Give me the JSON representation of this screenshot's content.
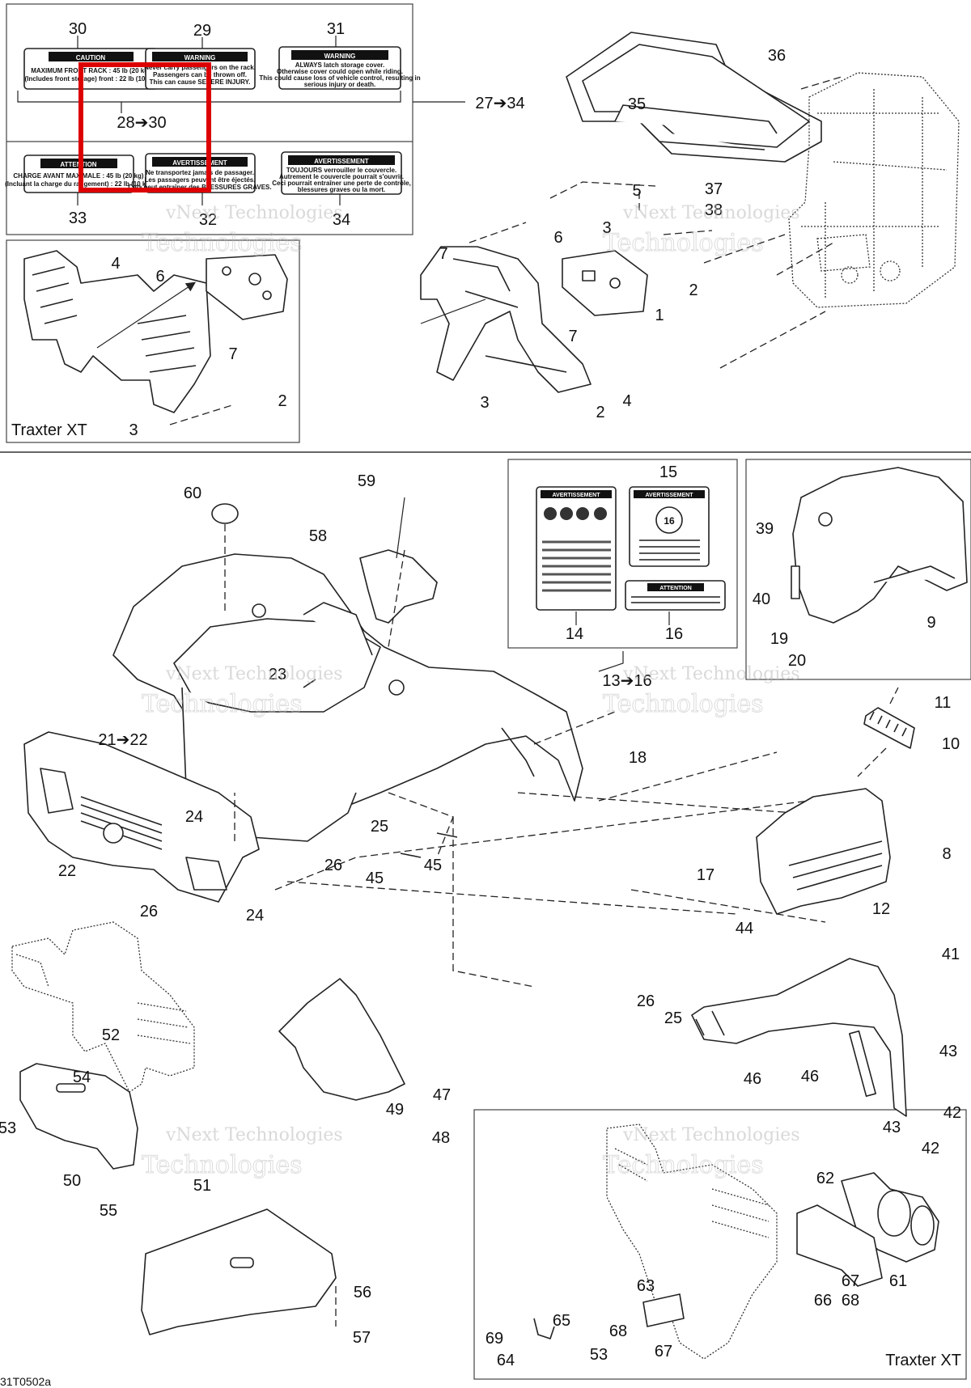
{
  "footer_code": "31T0502a",
  "watermark": [
    "vNext Technologies",
    "Technologies"
  ],
  "callouts": {
    "c30": "30",
    "c29": "29",
    "c31": "31",
    "c28_30": "28➔30",
    "c33": "33",
    "c32": "32",
    "c34": "34",
    "c27_34": "27➔34",
    "c36": "36",
    "c35": "35",
    "c5": "5",
    "c37": "37",
    "c38": "38",
    "tl4": "4",
    "tl6": "6",
    "tl7": "7",
    "tl2": "2",
    "tl3": "3",
    "m7a": "7",
    "m6": "6",
    "m3a": "3",
    "m2a": "2",
    "m1": "1",
    "m7b": "7",
    "m3b": "3",
    "m2b": "2",
    "m4": "4",
    "c60": "60",
    "c59": "59",
    "c58": "58",
    "c23": "23",
    "c13_16": "13➔16",
    "c21_22": "21➔22",
    "c15": "15",
    "c14": "14",
    "c16": "16",
    "c39": "39",
    "c40": "40",
    "c9": "9",
    "c19": "19",
    "c20": "20",
    "c11": "11",
    "c10": "10",
    "c18": "18",
    "c8": "8",
    "c17": "17",
    "c12": "12",
    "c44": "44",
    "c24a": "24",
    "c25a": "25",
    "c26a": "26",
    "c45a": "45",
    "c45b": "45",
    "c22": "22",
    "c26b": "26",
    "c24b": "24",
    "c41": "41",
    "c26c": "26",
    "c25b": "25",
    "c46a": "46",
    "c46b": "46",
    "c43a": "43",
    "c42a": "42",
    "c43b": "43",
    "c42b": "42",
    "c52": "52",
    "c54": "54",
    "c53a": "53",
    "c50": "50",
    "c51": "51",
    "c47": "47",
    "c49": "49",
    "c48": "48",
    "c55": "55",
    "c56": "56",
    "c57": "57",
    "c62": "62",
    "c61": "61",
    "c67a": "67",
    "c66": "66",
    "c68a": "68",
    "c63": "63",
    "c65": "65",
    "c69": "69",
    "c64": "64",
    "c68b": "68",
    "c53b": "53",
    "c67b": "67"
  },
  "variant_labels": {
    "top_left": "Traxter XT",
    "bottom_right": "Traxter XT"
  },
  "decals": {
    "d30": {
      "header": "CAUTION",
      "lines": [
        "MAXIMUM FRONT RACK : 45 lb (20 kg)",
        "(Includes front storage) front : 22 lb (10 kg)"
      ]
    },
    "d29": {
      "header": "WARNING",
      "lines": [
        "Never carry passengers on the rack.",
        "Passengers can be thrown off.",
        "This can cause SEVERE INJURY."
      ]
    },
    "d31": {
      "header": "WARNING",
      "lines": [
        "ALWAYS latch storage cover.",
        "Otherwise cover could open while riding.",
        "This could cause loss of vehicle control, resulting in",
        "serious injury or death."
      ]
    },
    "d33": {
      "header": "ATTENTION",
      "lines": [
        "CHARGE AVANT MAXIMALE : 45 lb (20 kg)",
        "(Incluant la charge du rangement) : 22 lb (10 kg)"
      ]
    },
    "d32": {
      "header": "AVERTISSEMENT",
      "lines": [
        "Ne transportez jamais de passager.",
        "Les passagers peuvent être éjectés.",
        "Cela peut entraîner des BLESSURES GRAVES."
      ]
    },
    "d34": {
      "header": "AVERTISSEMENT",
      "lines": [
        "TOUJOURS verrouiller le couvercle.",
        "Autrement le couvercle pourrait s'ouvrir.",
        "Ceci pourrait entraîner une perte de contrôle,",
        "blessures graves ou la mort."
      ]
    },
    "d14": {
      "header": "AVERTISSEMENT"
    },
    "d15": {
      "header": "AVERTISSEMENT",
      "badge": "16"
    },
    "d16": {
      "header": "ATTENTION"
    }
  }
}
